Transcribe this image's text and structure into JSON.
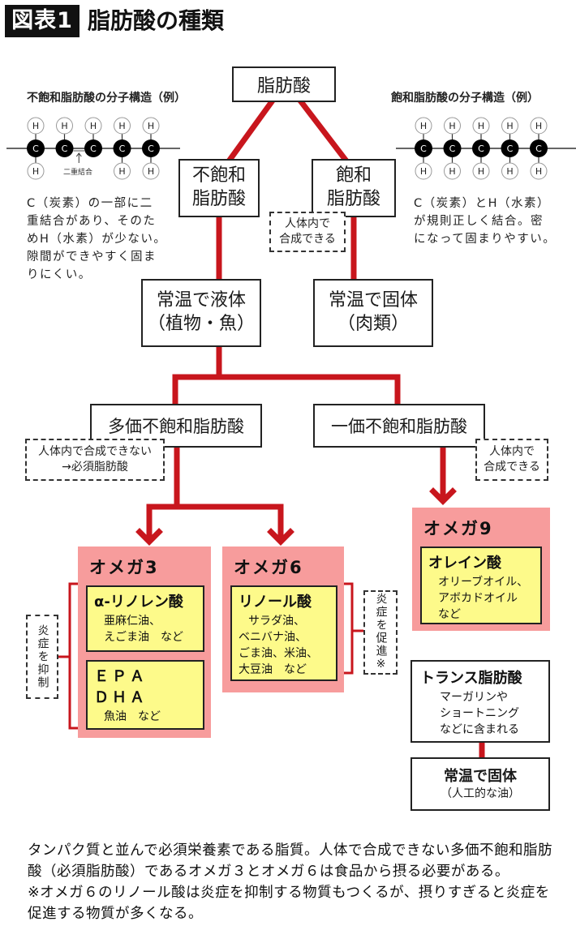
{
  "header": {
    "badge": "図表1",
    "title": "脂肪酸の種類"
  },
  "colors": {
    "connector_red": "#c8161d",
    "omega_box_pink": "#f79c9c",
    "food_box_yellow": "#fdfa8a",
    "title_badge_bg": "#111111"
  },
  "molecules": {
    "unsaturated": {
      "title": "不飽和脂肪酸の分子構造（例）",
      "carbon_label": "C",
      "hydrogen_label": "H",
      "double_bond_label": "二重結合",
      "description": [
        "C（炭素）の一部に二",
        "重結合があり、そのた",
        "めH（水素）が少ない。",
        "隙間ができやすく固ま",
        "りにくい。"
      ]
    },
    "saturated": {
      "title": "飽和脂肪酸の分子構造（例）",
      "carbon_label": "C",
      "hydrogen_label": "H",
      "description": [
        "C（炭素）とH（水素）",
        "が規則正しく結合。密",
        "になって固まりやすい。"
      ]
    }
  },
  "tree": {
    "root": "脂肪酸",
    "unsaturated": [
      "不飽和",
      "脂肪酸"
    ],
    "saturated": [
      "飽和",
      "脂肪酸"
    ],
    "saturated_note": [
      "人体内で",
      "合成できる"
    ],
    "liquid": [
      "常温で液体",
      "（植物・魚）"
    ],
    "solid": [
      "常温で固体",
      "（肉類）"
    ],
    "poly": "多価不飽和脂肪酸",
    "poly_note": [
      "人体内で合成できない",
      "→必須脂肪酸"
    ],
    "mono": "一価不飽和脂肪酸",
    "mono_note": [
      "人体内で",
      "合成できる"
    ]
  },
  "omega3": {
    "label": "オメガ3",
    "items": [
      {
        "heading": "α-リノレン酸",
        "lines": [
          "亜麻仁油、",
          "えごま油　など"
        ]
      },
      {
        "heading_lines": [
          "ＥＰＡ",
          "ＤＨＡ"
        ],
        "lines": [
          "魚油　など"
        ]
      }
    ],
    "effect": "炎症を抑制"
  },
  "omega6": {
    "label": "オメガ6",
    "heading": "リノール酸",
    "lines": [
      "サラダ油、",
      "ベニバナ油、",
      "ごま油、米油、",
      "大豆油　など"
    ],
    "effect": "炎症を促進※"
  },
  "omega9": {
    "label": "オメガ9",
    "heading": "オレイン酸",
    "lines": [
      "オリーブオイル、",
      "アボカドオイル",
      "など"
    ]
  },
  "trans": {
    "heading": "トランス脂肪酸",
    "lines": [
      "マーガリンや",
      "ショートニング",
      "などに含まれる"
    ],
    "solid_title": "常温で固体",
    "solid_sub": "（人工的な油）"
  },
  "footer": {
    "paragraphs": [
      "タンパク質と並んで必須栄養素である脂質。人体で合成できない多価不飽和脂肪酸（必須脂肪酸）であるオメガ３とオメガ６は食品から摂る必要がある。",
      "※オメガ６のリノール酸は炎症を抑制する物質もつくるが、摂りすぎると炎症を促進する物質が多くなる。"
    ]
  }
}
